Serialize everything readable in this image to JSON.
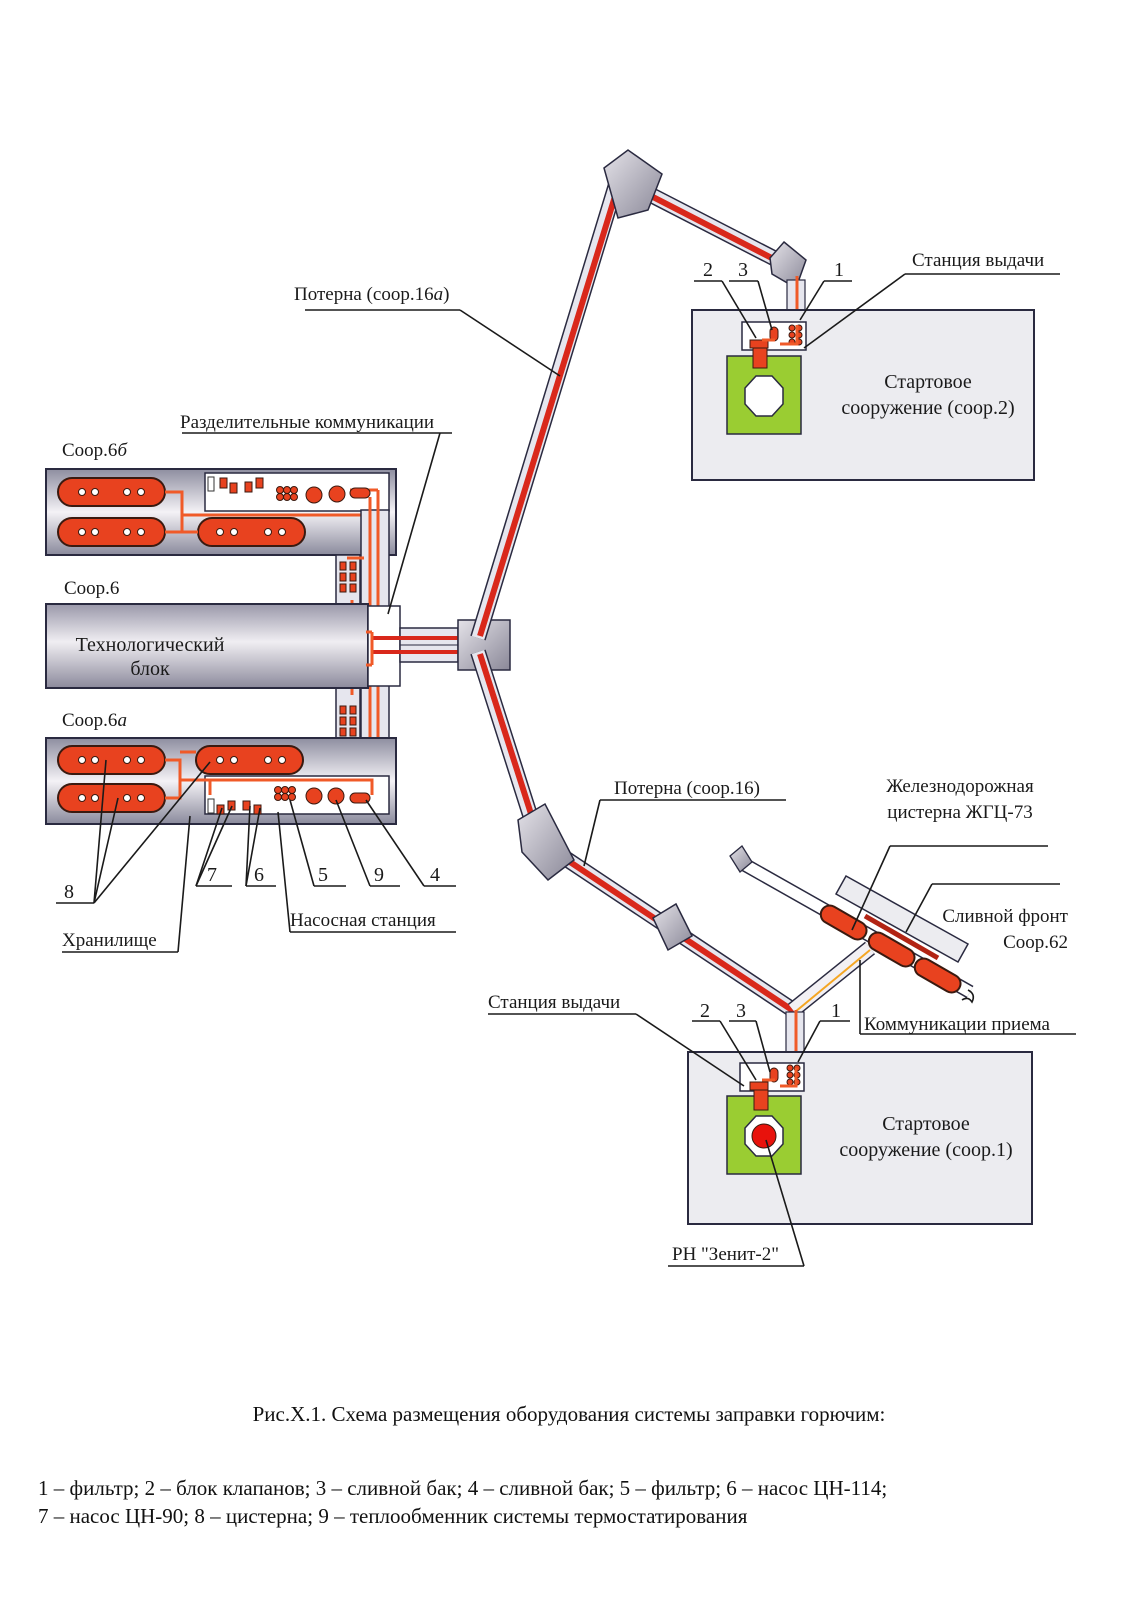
{
  "labels": {
    "poterna_16a": "Потерна (соор.16",
    "poterna_16a_italic": "а",
    "poterna_16a_close": ")",
    "poterna_16": "Потерна (соор.16)",
    "razdel": "Разделительные коммуникации",
    "soor6b": "Соор.6",
    "soor6b_italic": "б",
    "soor6": "Соор.6",
    "soor6a": "Соор.6",
    "soor6a_italic": "а",
    "tech_block_1": "Технологический",
    "tech_block_2": "блок",
    "khranilishche": "Хранилище",
    "nasosnaya": "Насосная станция",
    "stantsiya_top": "Станция выдачи",
    "stantsiya_bottom": "Станция выдачи",
    "start2_1": "Стартовое",
    "start2_2": "сооружение (соор.2)",
    "start1_1": "Стартовое",
    "start1_2": "сооружение (соор.1)",
    "zhd_1": "Железнодорожная",
    "zhd_2": "цистерна ЖГЦ-73",
    "sliv_1": "Сливной фронт",
    "sliv_2": "Соор.62",
    "komm_priema": "Коммуникации приема",
    "rocket": "РН \"Зенит-2\""
  },
  "numbers": {
    "n1": "1",
    "n2": "2",
    "n3": "3",
    "n4": "4",
    "n5": "5",
    "n6": "6",
    "n7": "7",
    "n8": "8",
    "n9": "9"
  },
  "caption": "Рис.Х.1. Схема размещения оборудования системы заправки горючим:",
  "legend": {
    "line1": "1 – фильтр; 2 – блок клапанов; 3 – сливной бак; 4 – сливной бак; 5 – фильтр; 6 – насос ЦН-114;",
    "line2": "7 – насос ЦН-90; 8 – цистерна; 9 – теплообменник системы термостатирования"
  },
  "colors": {
    "pipe": "#d9281b",
    "tank": "#e8421f",
    "pad": "#9acd32",
    "building": "#ececf0"
  }
}
